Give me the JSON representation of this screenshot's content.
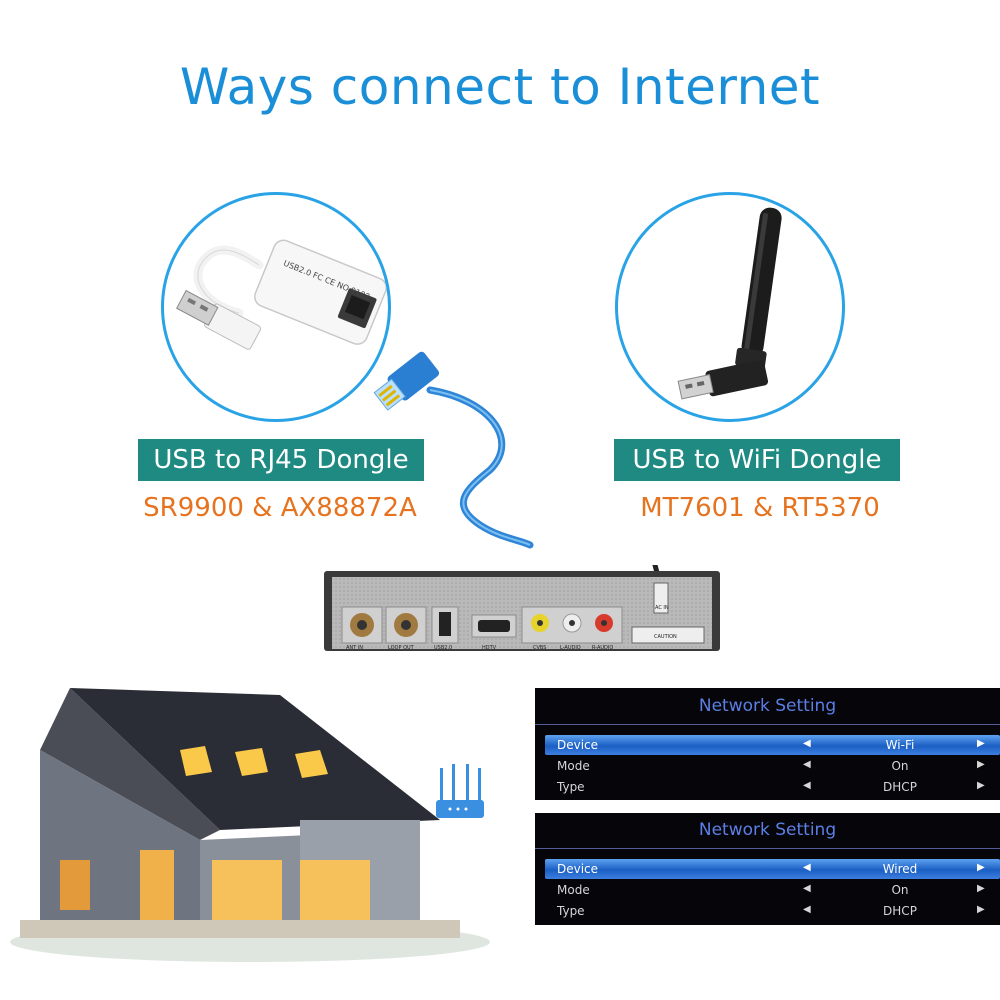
{
  "title": "Ways connect to Internet",
  "dongles": [
    {
      "label": "USB to RJ45 Dongle",
      "chips": "SR9900 & AX88872A",
      "device_text": "USB2.0 FC CE NO.9102"
    },
    {
      "label": "USB to WiFi Dongle",
      "chips": "MT7601 & RT5370"
    }
  ],
  "receiver": {
    "ports": [
      "ANT IN",
      "LOOP OUT",
      "USB2.0",
      "HDTV",
      "CVBS",
      "L-AUDIO",
      "R-AUDIO"
    ],
    "caution": "CAUTION",
    "power": "AC IN"
  },
  "network_menus": [
    {
      "title": "Network Setting",
      "rows": [
        {
          "label": "Device",
          "value": "Wi-Fi",
          "selected": true
        },
        {
          "label": "Mode",
          "value": "On",
          "selected": false
        },
        {
          "label": "Type",
          "value": "DHCP",
          "selected": false
        }
      ]
    },
    {
      "title": "Network Setting",
      "rows": [
        {
          "label": "Device",
          "value": "Wired",
          "selected": true
        },
        {
          "label": "Mode",
          "value": "On",
          "selected": false
        },
        {
          "label": "Type",
          "value": "DHCP",
          "selected": false
        }
      ]
    }
  ],
  "arrows": {
    "left": "◀",
    "right": "▶"
  },
  "colors": {
    "title": "#1a8fd8",
    "tag_bg": "#1f8a82",
    "chip_text": "#e6731f",
    "circle_border": "#29a3e6",
    "menu_title": "#5c7fe6"
  }
}
